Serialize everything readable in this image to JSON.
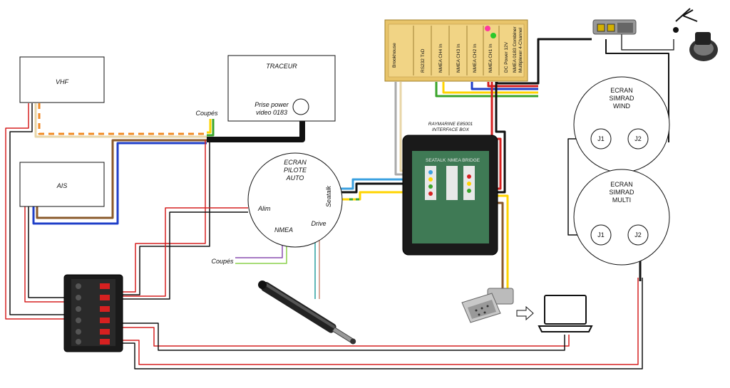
{
  "devices": {
    "vhf": {
      "label": "VHF"
    },
    "traceur": {
      "label": "TRACEUR",
      "sub1": "Prise power",
      "sub2": "video 0183"
    },
    "ais": {
      "label": "AIS"
    },
    "pilote": {
      "line1": "ECRAN",
      "line2": "PILOTE",
      "line3": "AUTO",
      "alim": "Alim",
      "nmea": "NMEA",
      "drive": "Drive",
      "seatalk": "Seatalk"
    },
    "interface_box": {
      "line1": "RAYMARINE E85001",
      "line2": "INTERFACE BOX",
      "board_a": "SEATALK",
      "board_b": "NMEA BRIDGE"
    },
    "combiner": {
      "brand": "Brookhouse",
      "title1": "NMEA 0183 Combiner",
      "title2": "Multiplexer 4-Channel",
      "ports": [
        "RS232 TxD",
        "NMEA CH4 In",
        "NMEA CH3 In",
        "NMEA CH2 In",
        "NMEA CH1 In",
        "DC Power 12V"
      ]
    },
    "wind": {
      "line1": "ECRAN",
      "line2": "SIMRAD",
      "line3": "WIND",
      "j1": "J1",
      "j2": "J2"
    },
    "multi": {
      "line1": "ECRAN",
      "line2": "SIMRAD",
      "line3": "MULTI",
      "j1": "J1",
      "j2": "J2"
    }
  },
  "labels": {
    "coupes_top": "Coupés",
    "coupes_bottom": "Coupés"
  },
  "colors": {
    "red": "#d62020",
    "black": "#111111",
    "yellow": "#ffd400",
    "green": "#3aa52a",
    "blue": "#1f3fc8",
    "lightblue": "#3aa0e0",
    "brown": "#8a5a2b",
    "beige": "#e8d6a8",
    "orange": "#f08a24",
    "purple": "#8a4fb0",
    "grey": "#aaaaaa",
    "teal": "#2aa0a0"
  }
}
